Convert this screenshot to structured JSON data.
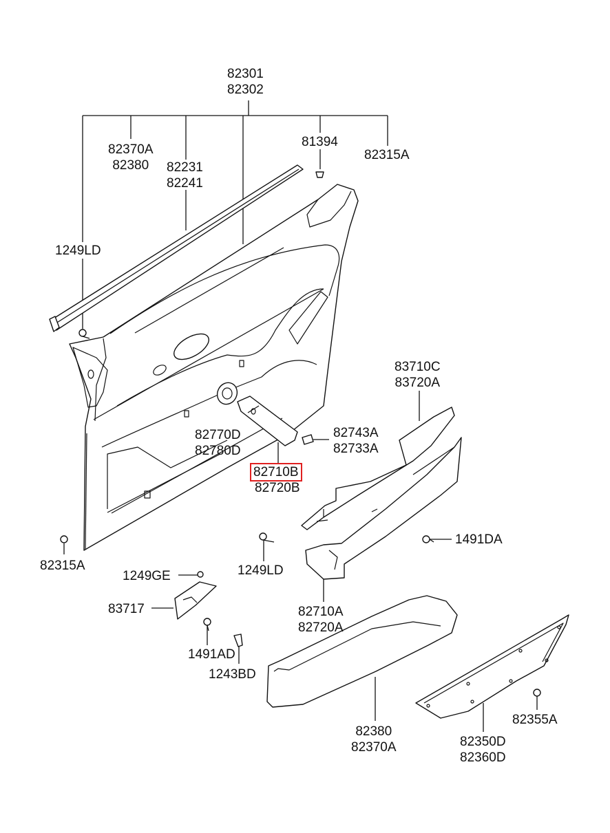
{
  "labels": {
    "top": [
      "82301",
      "82302"
    ],
    "a82370A": [
      "82370A",
      "82380"
    ],
    "a82231": [
      "82231",
      "82241"
    ],
    "a81394": [
      "81394"
    ],
    "a82315A_top": [
      "82315A"
    ],
    "a1249LD_left": [
      "1249LD"
    ],
    "a82315A_left": [
      "82315A"
    ],
    "a83710C": [
      "83710C",
      "83720A"
    ],
    "a82770D": [
      "82770D",
      "82780D"
    ],
    "a82743A": [
      "82743A",
      "82733A"
    ],
    "a82710B": [
      "82710B"
    ],
    "a82720B": [
      "82720B"
    ],
    "a1491DA": [
      "1491DA"
    ],
    "a1249GE": [
      "1249GE"
    ],
    "a1249LD_mid": [
      "1249LD"
    ],
    "a83717": [
      "83717"
    ],
    "a82710A": [
      "82710A",
      "82720A"
    ],
    "a1491AD": [
      "1491AD"
    ],
    "a1243BD": [
      "1243BD"
    ],
    "a82380": [
      "82380",
      "82370A"
    ],
    "a82355A": [
      "82355A"
    ],
    "a82350D": [
      "82350D",
      "82360D"
    ]
  },
  "highlight": {
    "part": "82710B",
    "color": "#e02020"
  }
}
